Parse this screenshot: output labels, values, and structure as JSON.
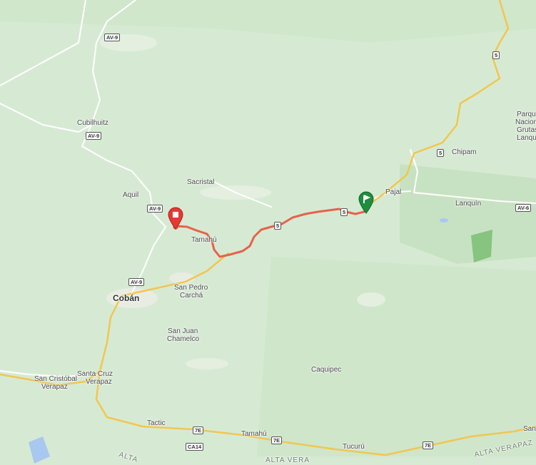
{
  "map": {
    "colors": {
      "land": "#d6ead3",
      "forest": "#c6e2c1",
      "urban": "#e8ece2",
      "highway": "#f6d36a",
      "minor_road": "#ffffff",
      "route": "#e9604c",
      "start_pin": "#1e8e3e",
      "end_pin": "#e53935",
      "water": "#a8c8f0"
    },
    "places": {
      "cubilhuitz": "Cubilhuitz",
      "sacristal": "Sacristal",
      "aquil": "Aquil",
      "tamahu_north": "Tamahú",
      "pajal": "Pajal",
      "chipam": "Chipam",
      "lanquin": "Lanquín",
      "parque_1": "Parque",
      "parque_2": "Nacional",
      "parque_3": "Grutas",
      "parque_4": "Lanquí",
      "san_pedro_1": "San Pedro",
      "san_pedro_2": "Carchá",
      "coban": "Cobán",
      "san_juan_1": "San Juan",
      "san_juan_2": "Chamelco",
      "caquipec": "Caquipec",
      "san_cristobal_1": "San Cristóbal",
      "san_cristobal_2": "Verapaz",
      "santa_cruz_1": "Santa Cruz",
      "santa_cruz_2": "Verapaz",
      "tactic": "Tactic",
      "tamahu": "Tamahú",
      "tucuru": "Tucurú",
      "alta_verapaz": "ALTA VERAPAZ",
      "alta": "ALTA",
      "alta_vera": "ALTA VERA",
      "san_edge": "San"
    },
    "shields": {
      "av9_top": "AV-9",
      "av9_cubilhuitz": "AV-9",
      "av9_aquil": "AV-9",
      "av9_coban": "AV-9",
      "r5_north": "5",
      "r5_chipam": "5",
      "r5_route_a": "5",
      "r5_route_b": "5",
      "av6": "AV-6",
      "r7e_a": "7E",
      "r7e_b": "7E",
      "r7e_c": "7E",
      "ca14": "CA14"
    },
    "markers": {
      "start_icon": "flag-icon",
      "end_icon": "square-stop-icon"
    }
  }
}
